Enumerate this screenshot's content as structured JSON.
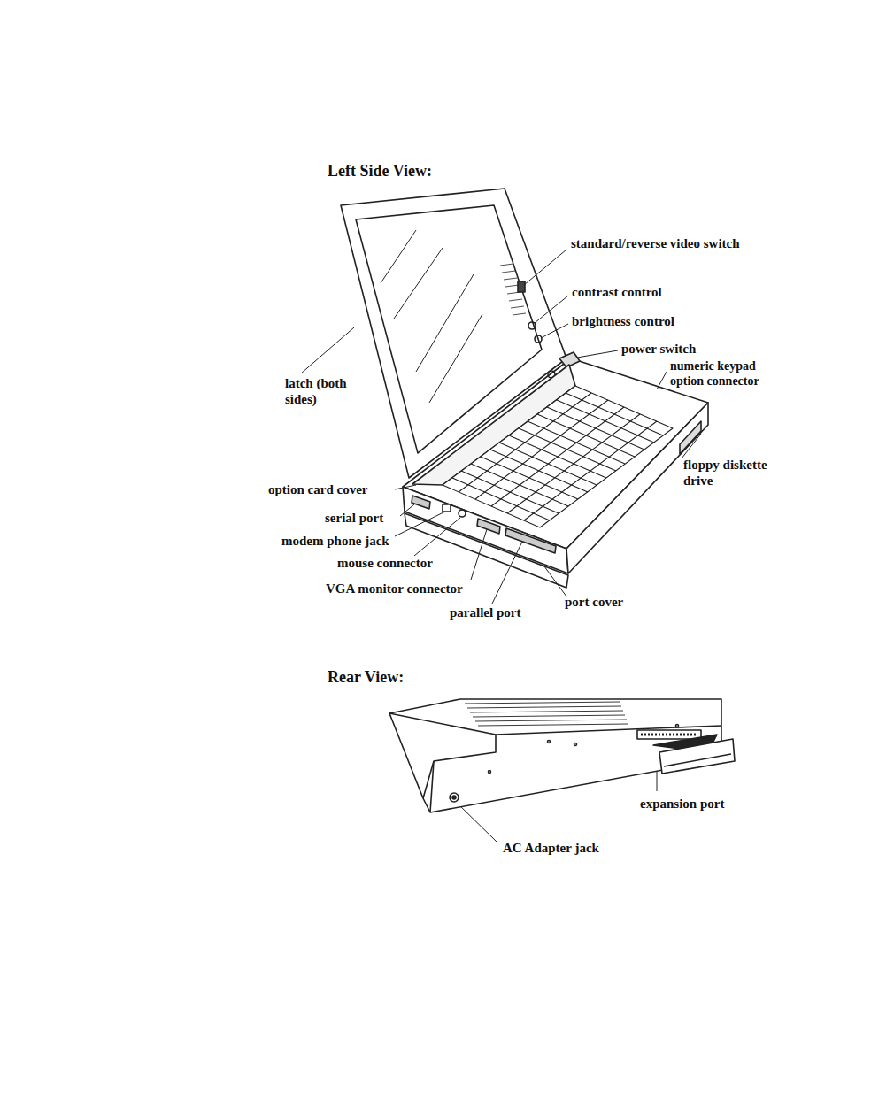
{
  "diagram": {
    "labels": [
      "Left Side View:",
      "standard/reverse video switch",
      "contrast control",
      "brightness control",
      "power switch",
      "numeric keypad option connector",
      "latch (both sides)",
      "floppy diskette drive",
      "option card cover",
      "serial port",
      "modem phone jack",
      "mouse connector",
      "VGA monitor connector",
      "parallel port",
      "port cover",
      "Rear View:",
      "expansion port",
      "AC Adapter jack"
    ]
  }
}
